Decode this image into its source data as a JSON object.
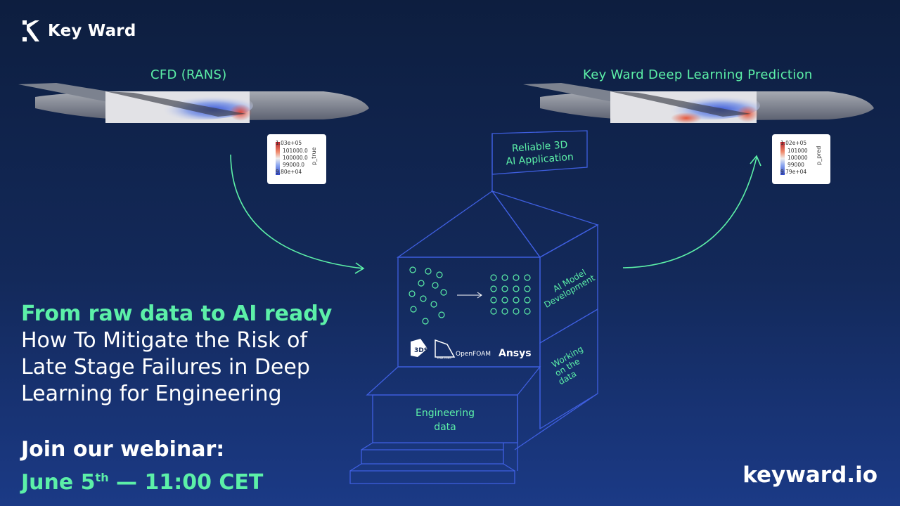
{
  "brand": {
    "name": "Key Ward",
    "website": "keyward.io"
  },
  "colors": {
    "accent": "#5cf0a8",
    "line": "#3f5fe0",
    "background": "#13295a"
  },
  "left_panel": {
    "caption": "CFD (RANS)",
    "colorbar": {
      "max": "1.03e+05",
      "ticks": [
        "101000.0",
        "100000.0",
        "99000.0"
      ],
      "min": "9.80e+04",
      "name": "p_true"
    }
  },
  "right_panel": {
    "caption": "Key Ward Deep Learning Prediction",
    "colorbar": {
      "max": "1.02e+05",
      "ticks": [
        "101000",
        "100000",
        "99000"
      ],
      "min": "9.79e+04",
      "name": "p_pred"
    }
  },
  "diagram": {
    "flag": {
      "line1": "Reliable 3D",
      "line2": "AI Application"
    },
    "side_top": {
      "line1": "AI Model",
      "line2": "Development"
    },
    "side_bottom": {
      "line1": "Working",
      "line2": "on the",
      "line3": "data"
    },
    "base": {
      "line1": "Engineering",
      "line2": "data"
    },
    "tool_logos": [
      "3DS",
      "STAR-CCM+",
      "OpenFOAM",
      "Ansys"
    ]
  },
  "headline": {
    "green": "From raw data to AI ready",
    "line2": "How To Mitigate the Risk of",
    "line3": "Late Stage Failures in Deep",
    "line4": "Learning for Engineering"
  },
  "webinar": {
    "line1": "Join our webinar:",
    "date_prefix": "June 5",
    "date_suffix": "th",
    "date_rest": " — 11:00 CET"
  }
}
